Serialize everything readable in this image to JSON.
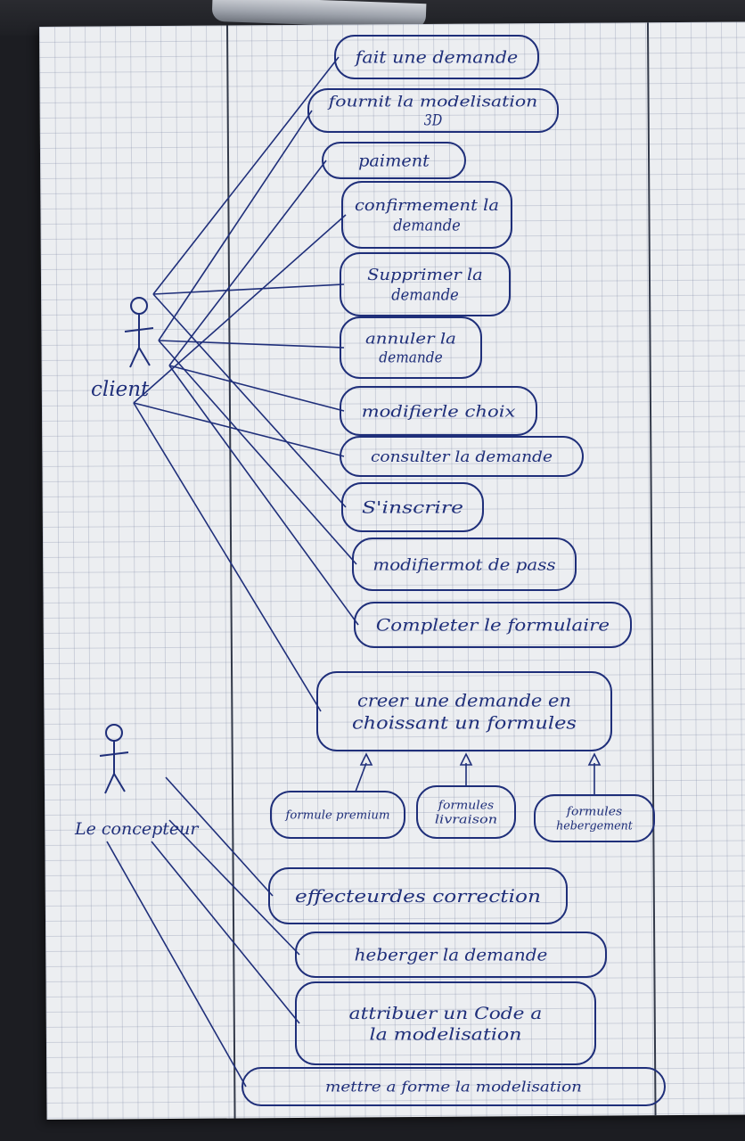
{
  "ink_color": "#1f2f7a",
  "actors": [
    {
      "id": "client",
      "label": "client"
    },
    {
      "id": "concepteur",
      "label": "Le concepteur"
    }
  ],
  "use_cases": [
    {
      "id": "uc1",
      "lines": [
        "fait une demande"
      ],
      "actor": "client"
    },
    {
      "id": "uc2",
      "lines": [
        "fournit la modelisation",
        "3D"
      ],
      "actor": "client"
    },
    {
      "id": "uc3",
      "lines": [
        "paiment"
      ],
      "actor": "client"
    },
    {
      "id": "uc4",
      "lines": [
        "confirmement la",
        "demande"
      ],
      "actor": "client"
    },
    {
      "id": "uc5",
      "lines": [
        "Supprimer la",
        "demande"
      ],
      "actor": "client"
    },
    {
      "id": "uc6",
      "lines": [
        "annuler la",
        "demande"
      ],
      "actor": "client"
    },
    {
      "id": "uc7",
      "lines": [
        "modifierle choix"
      ],
      "actor": "client"
    },
    {
      "id": "uc8",
      "lines": [
        "consulter la demande"
      ],
      "actor": "client"
    },
    {
      "id": "uc9",
      "lines": [
        "S'inscrire"
      ],
      "actor": "client"
    },
    {
      "id": "uc10",
      "lines": [
        "modifiermot de pass"
      ],
      "actor": "client"
    },
    {
      "id": "uc11",
      "lines": [
        "Completer le formulaire"
      ],
      "actor": "client"
    },
    {
      "id": "uc12",
      "lines": [
        "creer une demande en",
        "choissant un formules"
      ],
      "actor": "client"
    },
    {
      "id": "uc13",
      "lines": [
        "effecteurdes correction"
      ],
      "actor": "concepteur"
    },
    {
      "id": "uc14",
      "lines": [
        "heberger la demande"
      ],
      "actor": "concepteur"
    },
    {
      "id": "uc15",
      "lines": [
        "attribuer un Code a",
        "la modelisation"
      ],
      "actor": "concepteur"
    },
    {
      "id": "uc16",
      "lines": [
        "mettre a forme la modelisation"
      ],
      "actor": "concepteur"
    }
  ],
  "sub_cases": [
    {
      "id": "sc1",
      "lines": [
        "formule premium"
      ],
      "parent": "uc12"
    },
    {
      "id": "sc2",
      "lines": [
        "formules",
        "livraison"
      ],
      "parent": "uc12"
    },
    {
      "id": "sc3",
      "lines": [
        "formules",
        "hebergement"
      ],
      "parent": "uc12"
    }
  ]
}
